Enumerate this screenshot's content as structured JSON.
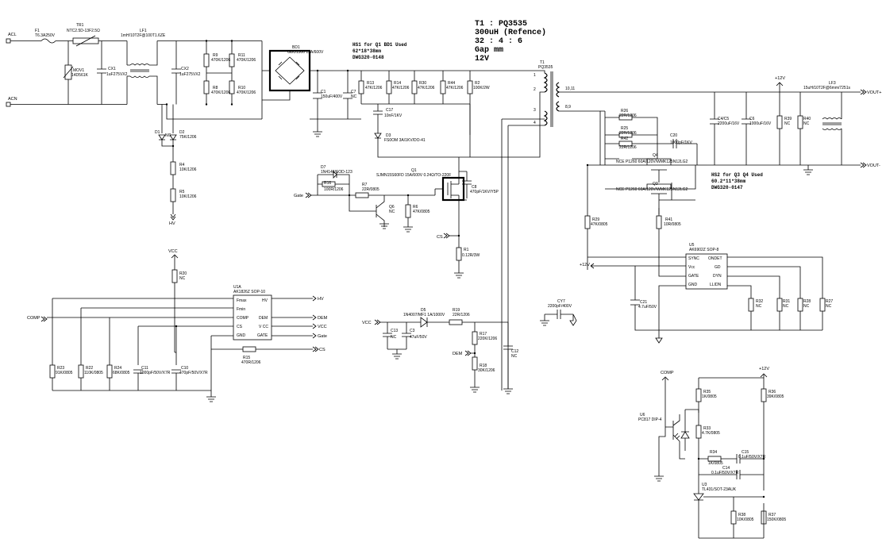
{
  "notes": {
    "t1": [
      "T1 : PQ3535",
      "300uH (Refence)",
      "32 : 4 : 6",
      "Gap mm",
      "12V"
    ],
    "hs1": [
      "HS1 for Q1 BD1 Used",
      "62*18*38mm",
      "DWG320-0148"
    ],
    "hs2": [
      "HS2 for Q3 Q4 Used",
      "60.2*11*38mm",
      "DWG320-0147"
    ]
  },
  "ports": {
    "acl": "ACL",
    "acn": "ACN",
    "hv": "HV",
    "gate": "Gate",
    "cs": "CS",
    "vcc": "VCC",
    "comp": "COMP",
    "dem": "DEM",
    "p12v": "+12V",
    "vout_pos": "VOUT+",
    "vout_neg": "VOUT-"
  },
  "components": {
    "f1": [
      "F1",
      "T6.3A250V"
    ],
    "tr1": [
      "TR1",
      "NTC2.5D-13F2.5Ω"
    ],
    "lf1": [
      "LF1",
      "1mH/10T2F@100T1.6ZE"
    ],
    "mov1": [
      "MOV1",
      "14D561K"
    ],
    "cx1": [
      "CX1",
      "1uF275VX2"
    ],
    "cx2": [
      "CX2",
      "1uF275VX2"
    ],
    "bd1": [
      "BD1",
      "GBU1506 15A/600V"
    ],
    "r9": [
      "R9",
      "470K/1206"
    ],
    "r11": [
      "R11",
      "470K/1206"
    ],
    "r8": [
      "R8",
      "470K/1206"
    ],
    "r10": [
      "R10",
      "470K/1206"
    ],
    "c1": [
      "C1",
      "150uF/400V"
    ],
    "c7": [
      "C7",
      "NC"
    ],
    "d1": [
      "D1",
      "NC"
    ],
    "d2": [
      "D2",
      "75K/1206"
    ],
    "r4": [
      "R4",
      "10K/1206"
    ],
    "r5": [
      "R5",
      "10K/1206"
    ],
    "r13": [
      "R13",
      "47K/1206"
    ],
    "r14": [
      "R14",
      "47K/1206"
    ],
    "r30": [
      "R30",
      "47K/1206"
    ],
    "r44": [
      "R44",
      "47K/1206"
    ],
    "r2": [
      "R2",
      "100K/2W"
    ],
    "c17": [
      "C17",
      "10nF/1KV"
    ],
    "d3": [
      "D3",
      "FS0OM 3A/1KV/DO-41"
    ],
    "d7": [
      "D7",
      "1N4148/SOD-123"
    ],
    "q1": [
      "Q1",
      "SJMN15S60FD 15A/600V 0.24Ω/TO-220F"
    ],
    "r16": [
      "R16",
      "100R/1206"
    ],
    "r7": [
      "R7",
      "22R/0805"
    ],
    "q6": [
      "Q6",
      "NC"
    ],
    "r6": [
      "R6",
      "47K/0805"
    ],
    "c8": [
      "C8",
      "470pF/1KV/Y5P"
    ],
    "r1": [
      "R1",
      "0.12R/3W"
    ],
    "t1": [
      "T1",
      "PQ3535"
    ],
    "pins": [
      "1",
      "2",
      "3",
      "4",
      "10,11",
      "8,9"
    ],
    "r26": [
      "R26",
      "22R/1206"
    ],
    "r25": [
      "R25",
      "22R/1206"
    ],
    "r42": [
      "R42",
      "22R/1206"
    ],
    "c20": [
      "C20",
      "1000pF/1KV"
    ],
    "q4": [
      "Q4",
      "NCE P1260 60A/120V/WMK125N12LG2"
    ],
    "q3": [
      "Q3",
      "NCE P1260 60A/120V/WMK125N12LG2"
    ],
    "c4c5": [
      "C4/C5",
      "2200uF/16V"
    ],
    "c6": [
      "C6",
      "1000uF/16V"
    ],
    "r39": [
      "R39",
      "NC"
    ],
    "r40": [
      "R40",
      "NC"
    ],
    "lf3": [
      "LF3",
      "15uH/10T2F@6mm/7251s"
    ],
    "r29": [
      "R29",
      "47K/0805"
    ],
    "r41": [
      "R41",
      "10R/0805"
    ],
    "u5": [
      "U5",
      "AK6902Z SOP-8"
    ],
    "u5pins": [
      "SYNC",
      "Vcc",
      "GATE",
      "GND",
      "ONDET",
      "GD",
      "DYN",
      "LLIDN"
    ],
    "c21": [
      "C21",
      "4.7uF/50V"
    ],
    "r32": [
      "R32",
      "NC"
    ],
    "r31": [
      "R31",
      "NC"
    ],
    "r28": [
      "R28",
      "NC"
    ],
    "r27": [
      "R27",
      "NC"
    ],
    "cy7": [
      "CY7",
      "2200pF/400V"
    ],
    "u1a": [
      "U1A",
      "AK1826Z SOP-10"
    ],
    "u1pins": [
      "Fmax",
      "Fmin",
      "COMP",
      "CS",
      "GND",
      "HV",
      "DEM",
      "V CC",
      "GATE"
    ],
    "r20": [
      "R20",
      "NC"
    ],
    "r15": [
      "R15",
      "470R/1206"
    ],
    "r23": [
      "R23",
      "91K/0805"
    ],
    "r22": [
      "R22",
      "110K/0805"
    ],
    "r24": [
      "R24",
      "68K/0805"
    ],
    "c11": [
      "C11",
      "1000pF/50V/X7R"
    ],
    "c10": [
      "C10",
      "470pF/50V/X7R"
    ],
    "d5": [
      "D5",
      "1N4007/MF1 1A/1000V"
    ],
    "r19": [
      "R19",
      "22R/1206"
    ],
    "c13": [
      "C13",
      "NC"
    ],
    "c3": [
      "C3",
      "47uF/50V"
    ],
    "r17": [
      "R17",
      "220K/1206"
    ],
    "r18": [
      "R18",
      "30K/1206"
    ],
    "c12": [
      "C12",
      "NC"
    ],
    "r35": [
      "R35",
      "1K/0805"
    ],
    "r36": [
      "R36",
      "39K/0805"
    ],
    "u6": [
      "U6",
      "PC817 DIP-4"
    ],
    "r33": [
      "R33",
      "4.7K/0805"
    ],
    "r34": [
      "R34",
      "1K/0805"
    ],
    "c15": [
      "C15",
      "0.1uF/50V/X7R"
    ],
    "c14": [
      "C14",
      "0.1uF/50V/X7R"
    ],
    "u3": [
      "U3",
      "TL431/SOT-23AUK"
    ],
    "r38": [
      "R38",
      "10K/0805"
    ],
    "r37": [
      "R37",
      "150K/0805"
    ]
  }
}
